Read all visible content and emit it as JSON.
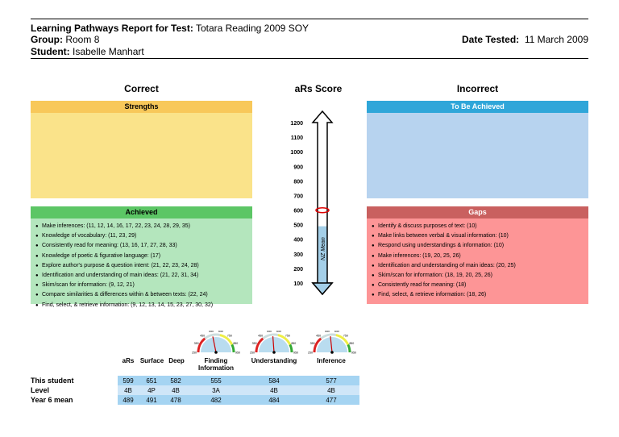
{
  "header": {
    "report_label": "Learning Pathways Report for Test:",
    "test_name": "Totara Reading 2009 SOY",
    "group_label": "Group:",
    "group_value": "Room 8",
    "student_label": "Student:",
    "student_value": "Isabelle Manhart",
    "date_label": "Date Tested:",
    "date_value": "11 March 2009"
  },
  "columns": {
    "correct": "Correct",
    "score": "aRs Score",
    "incorrect": "Incorrect"
  },
  "panels": {
    "strengths": {
      "title": "Strengths",
      "color": "#f8c85a",
      "body_color": "#fae38a"
    },
    "to_be_achieved": {
      "title": "To Be Achieved",
      "color": "#2fa6d9",
      "body_color": "#b7d3ef"
    },
    "achieved": {
      "title": "Achieved",
      "color": "#5cc665",
      "body_color": "#b4e6bd",
      "items": [
        "Make inferences: (11, 12, 14, 16, 17, 22, 23, 24, 28, 29, 35)",
        "Knowledge of vocabulary: (11, 23, 29)",
        "Consistently read for meaning: (13, 16, 17, 27, 28, 33)",
        "Knowledge of poetic & figurative language: (17)",
        "Explore author's purpose & question intent: (21, 22, 23, 24, 28)",
        "Identification and understanding of main ideas: (21, 22, 31, 34)",
        "Skim/scan for information: (9, 12, 21)",
        "Compare similarities & differences within & between texts: (22, 24)",
        "Find, select, & retrieve information: (9, 12, 13, 14, 15, 23, 27, 30, 32)"
      ]
    },
    "gaps": {
      "title": "Gaps",
      "color": "#c9605f",
      "body_color": "#fd9596",
      "items": [
        "Identify & discuss purposes of text: (10)",
        "Make links between verbal & visual information: (10)",
        "Respond using understandings & information: (10)",
        "Make inferences: (19, 20, 25, 26)",
        "Identification and understanding of main ideas: (20, 25)",
        "Skim/scan for information: (18, 19, 20, 25, 26)",
        "Consistently read for meaning: (18)",
        "Find, select, & retrieve information: (18, 26)"
      ]
    }
  },
  "scale": {
    "ticks": [
      "1200",
      "1100",
      "1000",
      "900",
      "800",
      "700",
      "600",
      "500",
      "400",
      "300",
      "200",
      "100"
    ],
    "min": 100,
    "max": 1200,
    "student_score": 599,
    "nz_mean": 489,
    "mean_label": "NZ Mean",
    "fill_color": "#a4cfe8",
    "marker_color": "#dd0000"
  },
  "gauges": [
    {
      "labels": [
        "350",
        "450",
        "550",
        "650",
        "750",
        "850",
        "950",
        "250"
      ],
      "value": 555
    },
    {
      "labels": [
        "350",
        "450",
        "550",
        "650",
        "750",
        "850",
        "950",
        "250"
      ],
      "value": 584
    },
    {
      "labels": [
        "350",
        "450",
        "550",
        "650",
        "750",
        "850",
        "950",
        "250"
      ],
      "value": 577
    }
  ],
  "table": {
    "headers": [
      "aRs",
      "Surface",
      "Deep",
      "Finding Information",
      "Understanding",
      "Inference"
    ],
    "rows": [
      {
        "label": "This student",
        "values": [
          "599",
          "651",
          "582",
          "555",
          "584",
          "577"
        ]
      },
      {
        "label": "Level",
        "values": [
          "4B",
          "4P",
          "4B",
          "3A",
          "4B",
          "4B"
        ]
      },
      {
        "label": "Year 6 mean",
        "values": [
          "489",
          "491",
          "478",
          "482",
          "484",
          "477"
        ]
      }
    ],
    "row_colors": [
      "#a5d4f2",
      "#cfe6f8",
      "#a5d4f2"
    ]
  }
}
